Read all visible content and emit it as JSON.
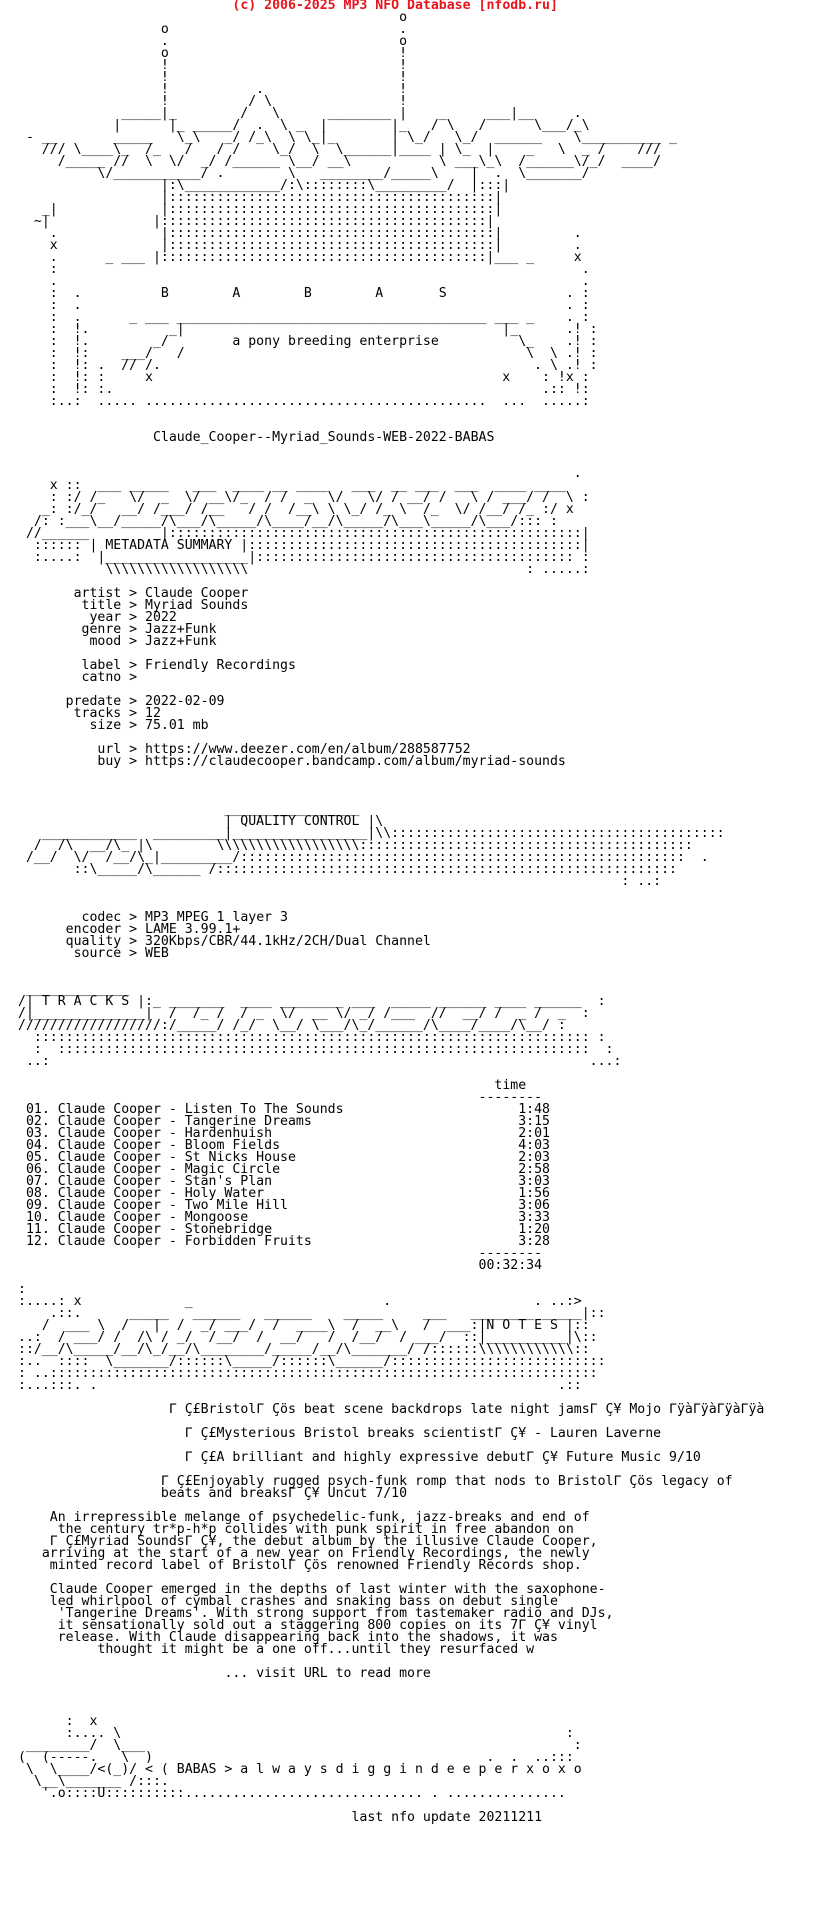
{
  "credit": "(c) 2006-2025 MP3 NFO Database [nfodb.ru]",
  "art": {
    "logo": "                                                o\n                  o                             .\n                  .                             o\n                  o                             !\n                  !                             !\n                  !                             !\n                  !           .                 !\n                  !          / \\                !\n             _____|_        /   \\      ________ |    _     ___|__     .\n            |      |_ _____/  .  \\ _  |        |_   / \\   /      \\___/_\\\n - __       _____   \\_\\   _/ /_\\  \\ \\_|_       | \\_/   \\_/  ______    \\__________ _\n   /// \\____\\_  /_   /   / /    \\_/  \\  \\______|____ | \\_  |    _   \\  _ /    ///\n     /_____ //  \\  \\/  _/ /______ \\__/ __\\           \\ ___\\_\\  /______\\/_/  ____/\n          \\/___________/ .        \\   ________/_____\\    |  .  \\_______/\n                  |:\\____________/:\\::::::::\\_________/  |:::|\n                  |:::::::::::::::::::::::::::::::::::::::::|\n   _|             |:::::::::::::::::::::::::::::::::::::::::|\n  ~|             |:::::::::::::::::::::::::::::::::::::::::|\n    .             |:::::::::::::::::::::::::::::::::::::::::|         .\n    x             |:::::::::::::::::::::::::::::::::::::::::|         .\n    .      _ ___ |:::::::::::::::::::::::::::::::::::::::::|___ _     x\n    :                                                                  .\n    .                                                                  .\n    :  .          B        A        B        A       S               . :\n    :  .                                                             . :\n    :  .      _ ___ _______________________________________ ___ _    . :\n    :  !.          _|                                        |_      .! :\n    :  !.        _/        a pony breeding enterprise          \\_    .! :\n    :  !:    ___/   /                                           \\  \\ .! :\n    :  !: .  // /.                                               . \\ .! :\n    :  !: :     x                                            x    : !x :\n    :  !: :.                                                      .:: !:\n    :..:  ..... ...........................................  ...  .....:",
    "metadata_header": "                                                                      .\n    x ::  ___ _____   ___  ____ __ ____   ___  __ ___  ___  ____ ____\n    : :/ /_   \\/  _  \\/ __\\/_  / /  _  \\/   \\/ / __/ /   \\ / ___/ /  \\ :\n   _: :/_/   __/ /___/ /__   / /  /__\\ \\ \\_/ /_ \\  /_  \\/ /__/ /_ :/ x\n  /: :___\\__/_____/\\___/\\_____/\\____/__/\\_____/\\___\\_____/\\___/::: :\n //______         |::::::::::::::::::::::::::::::::::::::::::::::::::::|\n  :::::: | METADATA SUMMARY |::::::::::::::::::::::::::::::::::::::::::|\n  :....:  |__________________|:::::::::::::::::::::::::::::::::::::::: :\n           \\\\\\\\\\\\\\\\\\\\\\\\\\\\\\\\\\\\                                   : .....:",
    "quality_header": "                          _________________\n                          | QUALITY CONTROL |\\\n   ____________  _________|_________________|\\\\::::::::::::::::::::::::::::::::::::::::::\n  /  /\\  __/\\_ |\\        \\\\\\\\\\\\\\\\\\\\\\\\\\\\\\\\\\\\::::::::::::::::::::::::::::::::::::::::::\n /__/  \\/  /__/\\_|_________/::::::::::::::::::::::::::::::::::::::::::::::::::::::::  .\n       ::\\_____/\\______ /::::::::::::::::::::::::::::::::::::::::::::::::::::::::::\n                                                                            : ..:",
    "tracks_header": " _____________\n/| T R A C K S |:_ _______  ____ ________ ___  _____ ______ ____ ______  :\n/|______________|  /  /_ /  / _  \\/  __ \\/ _/ /___  //  __/ /  _ /  _  :\n//////////////////:/_____/ /_/  \\__/ \\___/\\_/______/\\____/____/\\__/ :\n  :::::::::::::::::::::::::::::::::::::::::::::::::::::::::::::::::::::: :\n  :  :::::::::::::::::::::::::::::::::::::::::::::::::::::::::::::::::::  :\n ..:                                                                    ...:",
    "notes_header": ":\n:....: x             _                        .                  . ..:>\n    .::.      _____   ______   ______    _____     ___   ________ _____|::\n   /  ___ \\  /   |  /  _/ ___/  /  ____\\  /  __\\   /  ___:|N O T E S |::\n..:  / ___/ /  /\\ / _/  /__/  /  __/   /  /__/  / ___/  ::|__________|\\::\n::/__/\\_____/__/\\_/__/\\________/_____/__/\\_______/ /::::::\\\\\\\\\\\\\\\\\\\\\\\\::\n:..  ::::  \\_______/::::::\\_____/::::::\\______/:::::::::::::::::::::::::::\n: ..:::::::::::::::::::::::::::::::::::::::::::::::::::::::::::::::::::::\n:...:::. .                                                          .::",
    "footer": "      :  x\n      :.... \\                                                        :\n ________/  \\___                                                      :\n(  (-----.   \\  )                                          .  .  ..:::\n \\  \\____/<(_)/ < ( BABAS > a l w a y s d i g g i n d e e p e r x o x o\n  \\__\\_______ /:::.\n   '.o::::U::::::::::.............................. . ..............."
  },
  "release": "Claude_Cooper--Myriad_Sounds-WEB-2022-BABAS",
  "metadata": [
    {
      "label": "artist",
      "value": "Claude Cooper"
    },
    {
      "label": "title",
      "value": "Myriad Sounds"
    },
    {
      "label": "year",
      "value": "2022"
    },
    {
      "label": "genre",
      "value": "Jazz+Funk"
    },
    {
      "label": "mood",
      "value": "Jazz+Funk"
    },
    {
      "label": "label",
      "value": "Friendly Recordings"
    },
    {
      "label": "catno",
      "value": ""
    },
    {
      "label": "predate",
      "value": "2022-02-09"
    },
    {
      "label": "tracks",
      "value": "12"
    },
    {
      "label": "size",
      "value": "75.01 mb"
    },
    {
      "label": "url",
      "value": "https://www.deezer.com/en/album/288587752"
    },
    {
      "label": "buy",
      "value": "https://claudecooper.bandcamp.com/album/myriad-sounds"
    }
  ],
  "quality": [
    {
      "label": "codec",
      "value": "MP3 MPEG 1 layer 3"
    },
    {
      "label": "encoder",
      "value": "LAME 3.99.1+"
    },
    {
      "label": "quality",
      "value": "320Kbps/CBR/44.1kHz/2CH/Dual Channel"
    },
    {
      "label": "source",
      "value": "WEB"
    }
  ],
  "tracklist": {
    "time_header": "time",
    "rule": "--------",
    "total": "00:32:34",
    "rows": [
      {
        "num": "01.",
        "artist": "Claude Cooper",
        "title": "Listen To The Sounds",
        "time": "1:48"
      },
      {
        "num": "02.",
        "artist": "Claude Cooper",
        "title": "Tangerine Dreams",
        "time": "3:15"
      },
      {
        "num": "03.",
        "artist": "Claude Cooper",
        "title": "Hardenhuish",
        "time": "2:01"
      },
      {
        "num": "04.",
        "artist": "Claude Cooper",
        "title": "Bloom Fields",
        "time": "4:03"
      },
      {
        "num": "05.",
        "artist": "Claude Cooper",
        "title": "St Nicks House",
        "time": "2:03"
      },
      {
        "num": "06.",
        "artist": "Claude Cooper",
        "title": "Magic Circle",
        "time": "2:58"
      },
      {
        "num": "07.",
        "artist": "Claude Cooper",
        "title": "Stan's Plan",
        "time": "3:03"
      },
      {
        "num": "08.",
        "artist": "Claude Cooper",
        "title": "Holy Water",
        "time": "1:56"
      },
      {
        "num": "09.",
        "artist": "Claude Cooper",
        "title": "Two Mile Hill",
        "time": "3:06"
      },
      {
        "num": "10.",
        "artist": "Claude Cooper",
        "title": "Mongoose",
        "time": "3:33"
      },
      {
        "num": "11.",
        "artist": "Claude Cooper",
        "title": "Stonebridge",
        "time": "1:20"
      },
      {
        "num": "12.",
        "artist": "Claude Cooper",
        "title": "Forbidden Fruits",
        "time": "3:28"
      }
    ]
  },
  "notes": {
    "quotes": [
      "Γ Ç£BristolΓ Çös beat scene backdrops late night jamsΓ Ç¥ Mojo ΓÿàΓÿàΓÿàΓÿà",
      "Γ Ç£Mysterious Bristol breaks scientistΓ Ç¥ - Lauren Laverne",
      "Γ Ç£A brilliant and highly expressive debutΓ Ç¥ Future Music 9/10",
      "Γ Ç£Enjoyably rugged psych-funk romp that nods to BristolΓ Çös legacy of\n                  beats and breaksΓ Ç¥ Uncut 7/10"
    ],
    "paragraph1": "An irrepressible melange of psychedelic-funk, jazz-breaks and end of\n     the century tr*p-h*p collides with punk spirit in free abandon on\n    Γ Ç£Myriad SoundsΓ Ç¥, the debut album by the illusive Claude Cooper,\n   arriving at the start of a new year on Friendly Recordings, the newly\n    minted record label of BristolΓ Çös renowned Friendly Records shop.",
    "paragraph2": "Claude Cooper emerged in the depths of last winter with the saxophone-\n    led whirlpool of cymbal crashes and snaking bass on debut single\n     'Tangerine Dreams'. With strong support from tastemaker radio and DJs,\n     it sensationally sold out a staggering 800 copies on its 7Γ Ç¥ vinyl\n     release. With Claude disappearing back into the shadows, it was\n          thought it might be a one off...until they resurfaced w",
    "more": "... visit URL to read more"
  },
  "last_update": "last nfo update 20211211"
}
